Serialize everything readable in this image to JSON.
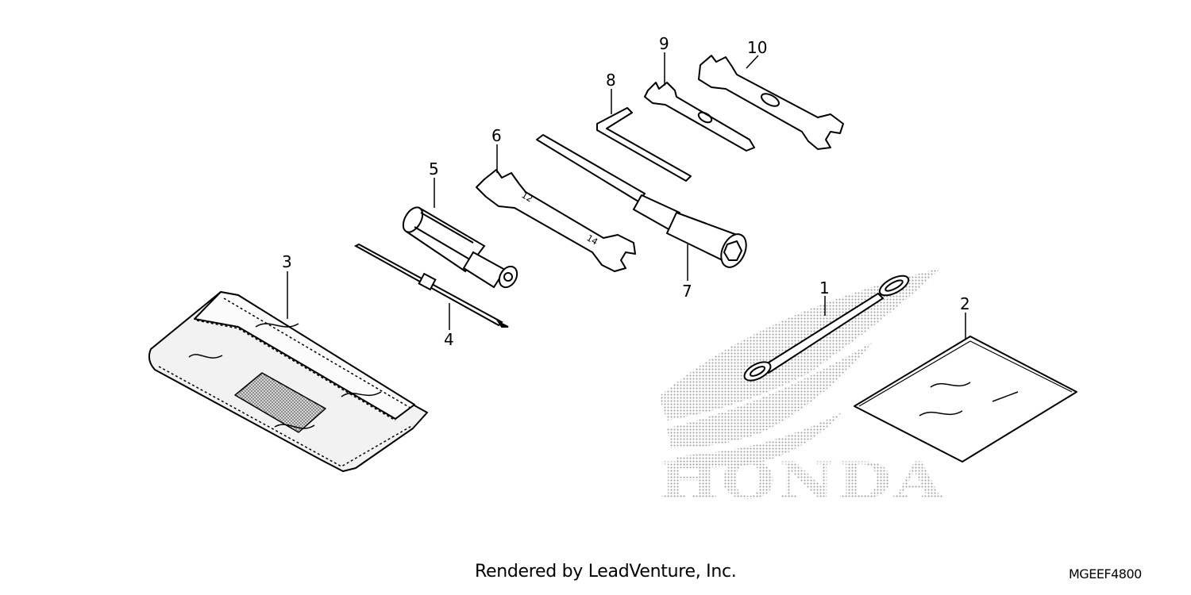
{
  "callouts": [
    {
      "id": "1",
      "label": "1"
    },
    {
      "id": "2",
      "label": "2"
    },
    {
      "id": "3",
      "label": "3"
    },
    {
      "id": "4",
      "label": "4"
    },
    {
      "id": "5",
      "label": "5"
    },
    {
      "id": "6",
      "label": "6"
    },
    {
      "id": "7",
      "label": "7"
    },
    {
      "id": "8",
      "label": "8"
    },
    {
      "id": "9",
      "label": "9"
    },
    {
      "id": "10",
      "label": "10"
    }
  ],
  "watermark": {
    "brand": "HONDA",
    "icon": "honda-wing-logo"
  },
  "footer": {
    "credit": "Rendered by LeadVenture, Inc.",
    "diagram_code": "MGEEF4800"
  }
}
